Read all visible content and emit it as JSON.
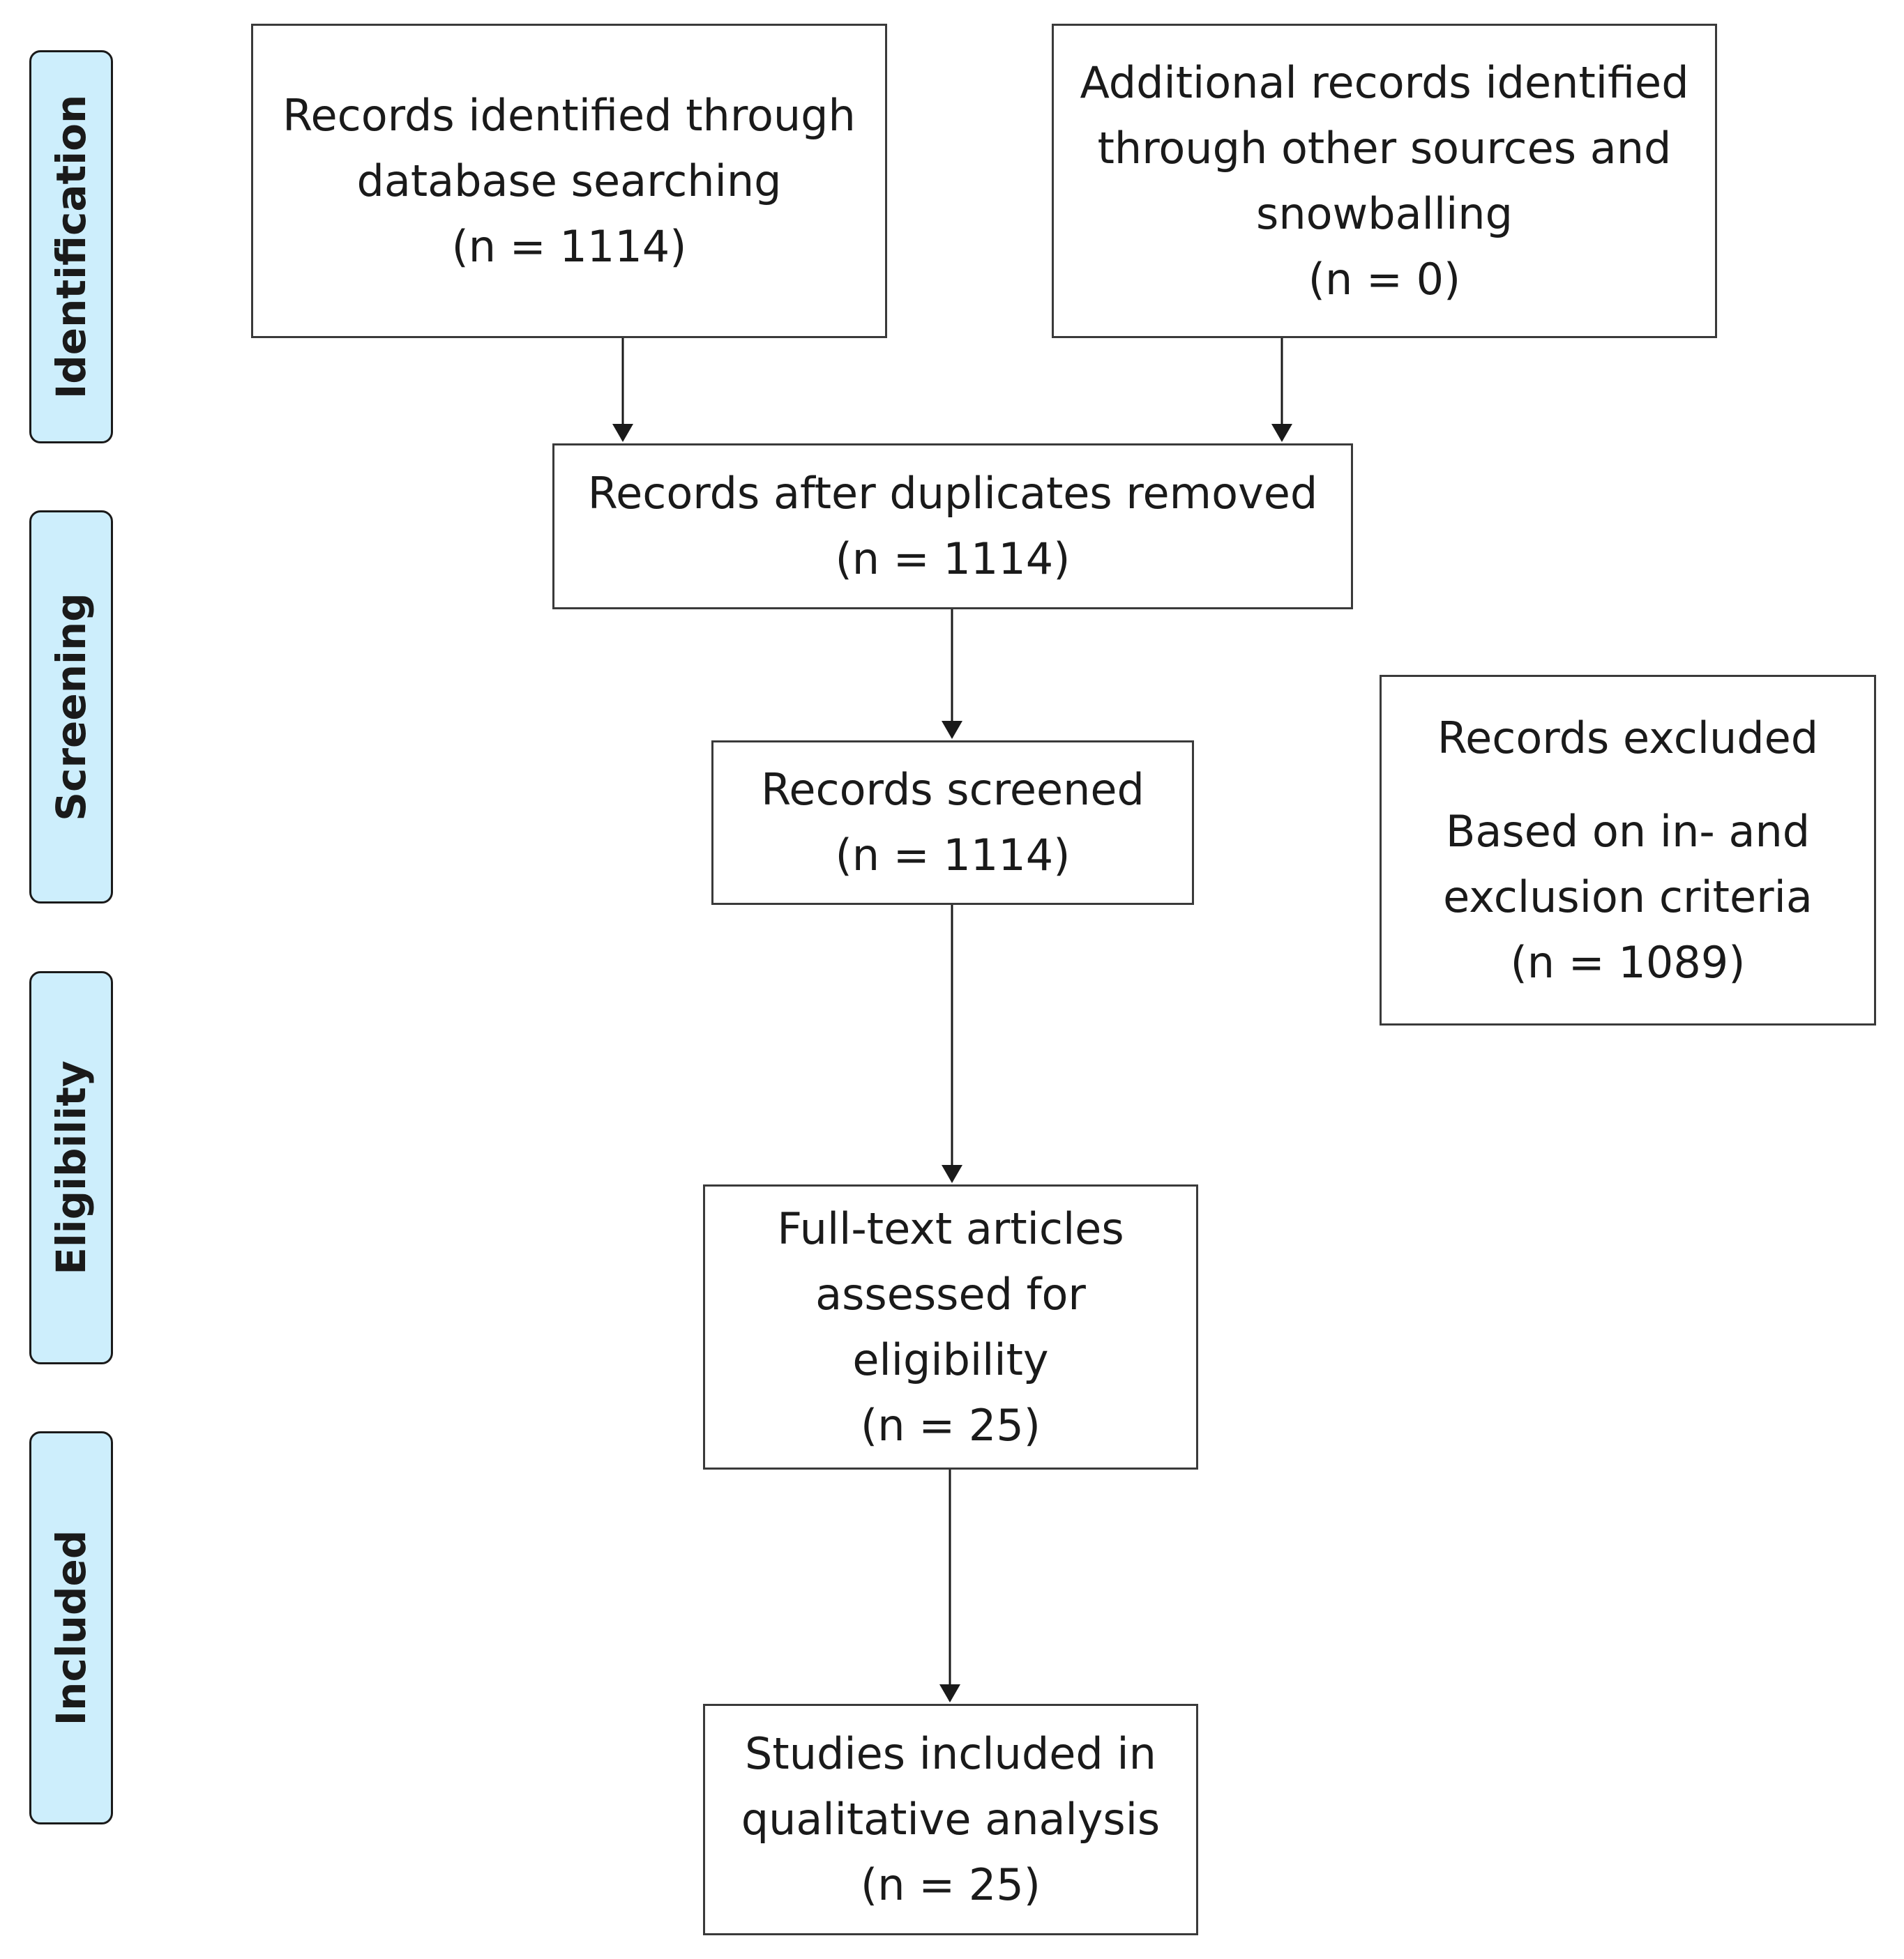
{
  "phases": {
    "identification": "Identification",
    "screening": "Screening",
    "eligibility": "Eligibility",
    "included": "Included"
  },
  "boxes": {
    "database": {
      "line1": "Records identified through",
      "line2": "database searching",
      "count": "(n = 1114)"
    },
    "other_sources": {
      "line1": "Additional records identified",
      "line2": "through other sources and",
      "line3": "snowballing",
      "count": "(n = 0)"
    },
    "duplicates_removed": {
      "line1": "Records after duplicates removed",
      "count": "(n = 1114)"
    },
    "screened": {
      "line1": "Records screened",
      "count": "(n = 1114)"
    },
    "excluded": {
      "line1": "Records excluded",
      "line2": "Based on in- and",
      "line3": "exclusion criteria",
      "count": "(n = 1089)"
    },
    "full_text": {
      "line1": "Full-text articles",
      "line2": "assessed for",
      "line3": "eligibility",
      "count": "(n = 25)"
    },
    "included": {
      "line1": "Studies included in",
      "line2": "qualitative analysis",
      "count": "(n = 25)"
    }
  }
}
